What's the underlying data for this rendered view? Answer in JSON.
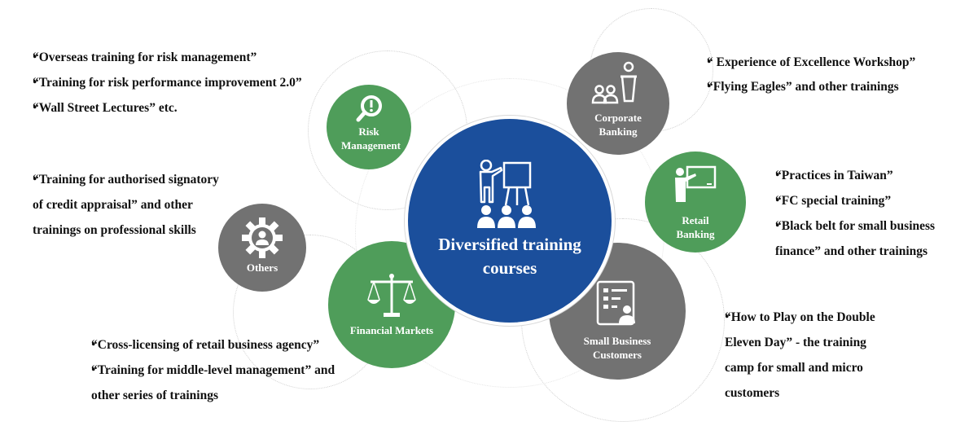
{
  "center": {
    "title": "Diversified training courses",
    "icon": "presentation-icon",
    "color": "#1b4f9c"
  },
  "nodes": {
    "risk_management": {
      "label": "Risk Management",
      "icon": "magnifier-icon",
      "color": "#4f9d5a"
    },
    "corporate_banking": {
      "label": "Corporate Banking",
      "icon": "podium-audience-icon",
      "color": "#727272"
    },
    "retail_banking": {
      "label": "Retail Banking",
      "icon": "teacher-board-icon",
      "color": "#4f9d5a"
    },
    "small_business": {
      "label": "Small Business Customers",
      "icon": "id-card-icon",
      "color": "#727272"
    },
    "financial_markets": {
      "label": "Financial Markets",
      "icon": "scales-icon",
      "color": "#4f9d5a"
    },
    "others": {
      "label": "Others",
      "icon": "gear-person-icon",
      "color": "#727272"
    }
  },
  "lists": {
    "risk_management": [
      "“Overseas training for risk management”",
      "“Training for risk performance improvement 2.0”",
      "“Wall Street Lectures” etc."
    ],
    "corporate_banking": [
      "“ Experience of Excellence Workshop”",
      "“Flying Eagles” and other trainings"
    ],
    "retail_banking": [
      "“Practices in Taiwan”",
      "“FC special training”",
      "“Black belt for small business finance” and other trainings"
    ],
    "small_business": [
      "“How to Play on the Double Eleven Day” - the training camp for small and micro customers"
    ],
    "others": [
      "“Training for authorised signatory of credit appraisal” and other trainings on professional skills"
    ],
    "financial_markets": [
      "“Cross-licensing of retail business agency”",
      "“Training for middle-level management” and other series of trainings"
    ]
  }
}
